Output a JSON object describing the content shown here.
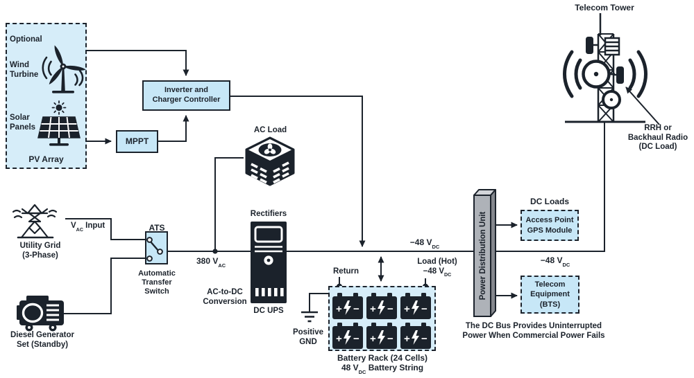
{
  "colors": {
    "accent": "#c7e7f7",
    "panel_light": "#d6edf9",
    "ink": "#1b222b",
    "pdu_front": "#aeb2b8",
    "pdu_side": "#84878d",
    "pdu_top": "#d3d5d9"
  },
  "pv": {
    "optional": "Optional",
    "wind_l1": "Wind",
    "wind_l2": "Turbine",
    "solar_l1": "Solar",
    "solar_l2": "Panels",
    "footer": "PV Array"
  },
  "mppt": {
    "label": "MPPT"
  },
  "inverter": {
    "l1": "Inverter and",
    "l2": "Charger Controller"
  },
  "ac_load": {
    "label": "AC Load"
  },
  "utility": {
    "l1": "Utility Grid",
    "l2": "(3-Phase)",
    "vin_pre": "V",
    "vin_sub": "AC",
    "vin_post": " Input"
  },
  "ats": {
    "title": "ATS",
    "l1": "Automatic",
    "l2": "Transfer",
    "l3": "Switch"
  },
  "diesel": {
    "l1": "Diesel Generator",
    "l2": "Set (Standby)"
  },
  "rectifier": {
    "title": "Rectifiers",
    "conv_l1": "AC-to-DC",
    "conv_l2": "Conversion",
    "ups": "DC UPS",
    "v_pre": "380 V",
    "v_sub": "AC"
  },
  "bus": {
    "left_pre": "−48 V",
    "left_sub": "DC",
    "right_pre": "−48 V",
    "right_sub": "DC"
  },
  "battery": {
    "ret": "Return",
    "hot_l1": "Load (Hot)",
    "hot_pre": "−48 V",
    "hot_sub": "DC",
    "gnd_l1": "Positive",
    "gnd_l2": "GND",
    "cap_l1": "Battery Rack (24 Cells)",
    "cap2_pre": "48 V",
    "cap2_sub": "DC",
    "cap2_post": " Battery String",
    "plus": "+",
    "minus": "−"
  },
  "pdu": {
    "label": "Power Distribution Unit",
    "note_l1": "The DC Bus Provides Uninterrupted",
    "note_l2": "Power When Commercial Power Fails"
  },
  "dcloads": {
    "header": "DC Loads",
    "ap_l1": "Access Point",
    "ap_l2": "GPS Module",
    "te_l1": "Telecom",
    "te_l2": "Equipment",
    "te_l3": "(BTS)"
  },
  "tower": {
    "title": "Telecom Tower",
    "rrh_l1": "RRH or",
    "rrh_l2": "Backhaul Radio",
    "rrh_l3": "(DC Load)"
  }
}
